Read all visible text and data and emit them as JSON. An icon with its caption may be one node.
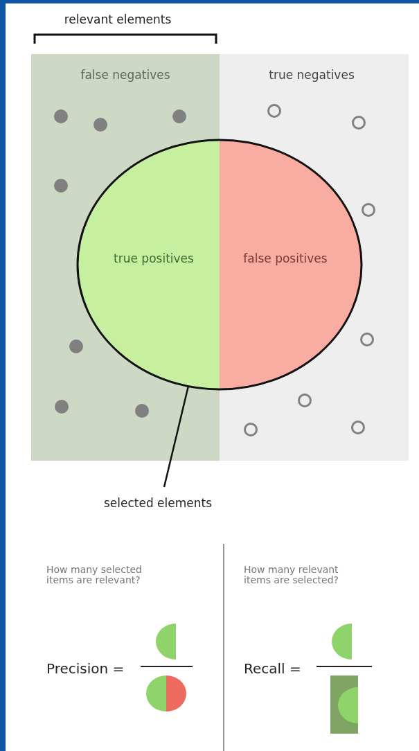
{
  "diagram": {
    "nodes": [
      {
        "text": [
          "false negatives"
        ]
      },
      {
        "text": [
          "true negatives"
        ]
      },
      {
        "text": [],
        "shape": "circle"
      },
      {
        "text": [
          "true positives"
        ]
      },
      {
        "text": [
          "false positives"
        ]
      },
      {
        "text": [
          "selected elements"
        ]
      }
    ],
    "edges": [
      {
        "from": 5,
        "to": 2,
        "arrow": "none"
      }
    ],
    "labels": [
      "relevant elements",
      "How many selected items are relevant?",
      "How many relevant items are selected?",
      "Precision =",
      "Recall ="
    ]
  }
}
